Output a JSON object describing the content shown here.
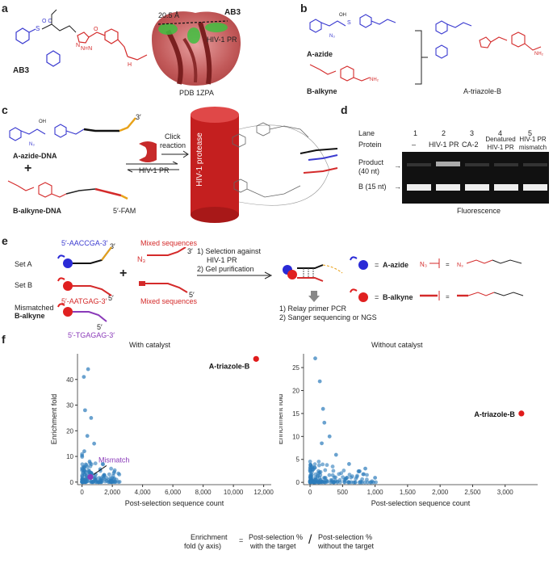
{
  "panels": {
    "a": "a",
    "b": "b",
    "c": "c",
    "d": "d",
    "e": "e",
    "f": "f"
  },
  "panel_a": {
    "label_left": "AB3",
    "label_right": "AB3",
    "distance": "20.5 Å",
    "protein": "HIV-1 PR",
    "pdb": "PDB 1ZPA"
  },
  "panel_b": {
    "azide": "A-azide",
    "alkyne": "B-alkyne",
    "product": "A-triazole-B"
  },
  "panel_c": {
    "azide_dna": "A-azide-DNA",
    "alkyne_dna": "B-alkyne-DNA",
    "three_prime": "3′",
    "five_prime": "5′-FAM",
    "plus": "+",
    "enzyme": "HIV-1 PR",
    "click1": "Click",
    "click2": "reaction",
    "cylinder": "HIV-1 protease"
  },
  "panel_d": {
    "lane_label": "Lane",
    "protein_label": "Protein",
    "lanes": [
      "1",
      "2",
      "3",
      "4",
      "5"
    ],
    "proteins": [
      "–",
      "HIV-1 PR",
      "CA-2",
      "Denatured HIV-1 PR",
      "HIV-1 PR mismatch"
    ],
    "product": "Product",
    "product_nt": "(40 nt)",
    "b_label": "B (15 nt)",
    "caption": "Fluorescence"
  },
  "panel_e": {
    "set_a": "Set A",
    "set_b": "Set B",
    "mismatched1": "Mismatched",
    "mismatched2": "B-alkyne",
    "seq_a": "5′-AACCGA-3′",
    "seq_b": "5′-AATGAG-3′",
    "seq_mm": "5′-TGAGAG-3′",
    "mixed": "Mixed sequences",
    "three": "3′",
    "five": "5′",
    "n3": "N₃",
    "plus": "+",
    "step1a": "1) Selection against",
    "step1b": "HIV-1 PR",
    "step2": "2) Gel purification",
    "step3": "1) Relay primer PCR",
    "step4": "2) Sanger sequencing or NGS",
    "legend_a": "A-azide",
    "legend_b": "B-alkyne",
    "equals": "="
  },
  "panel_f": {
    "footer_lhs1": "Enrichment",
    "footer_lhs2": "fold (y axis)",
    "footer_eq": "=",
    "footer_num1": "Post-selection %",
    "footer_num2": "with the target",
    "footer_den1": "Post-selection %",
    "footer_den2": "without the target"
  },
  "chart_data": [
    {
      "type": "scatter",
      "title": "With catalyst",
      "xlabel": "Post-selection sequence count",
      "ylabel": "Enrichment fold",
      "xlim": [
        -300,
        12500
      ],
      "ylim": [
        -1,
        50
      ],
      "xticks": [
        "0",
        "2,000",
        "4,000",
        "6,000",
        "8,000",
        "10,000",
        "12,000"
      ],
      "yticks": [
        "0",
        "10",
        "20",
        "30",
        "40"
      ],
      "highlight": {
        "name": "A-triazole-B",
        "x": 11500,
        "y": 48
      },
      "mismatch": {
        "name": "Mismatch",
        "x": 550,
        "y": 2
      }
    },
    {
      "type": "scatter",
      "title": "Without catalyst",
      "xlabel": "Post-selection sequence count",
      "ylabel": "Enrichment fold",
      "xlim": [
        -100,
        3500
      ],
      "ylim": [
        -0.5,
        28
      ],
      "xticks": [
        "0",
        "500",
        "1,000",
        "1,500",
        "2,000",
        "2,500",
        "3,000"
      ],
      "yticks": [
        "0",
        "5",
        "10",
        "15",
        "20",
        "25"
      ],
      "highlight": {
        "name": "A-triazole-B",
        "x": 3250,
        "y": 15
      }
    }
  ]
}
